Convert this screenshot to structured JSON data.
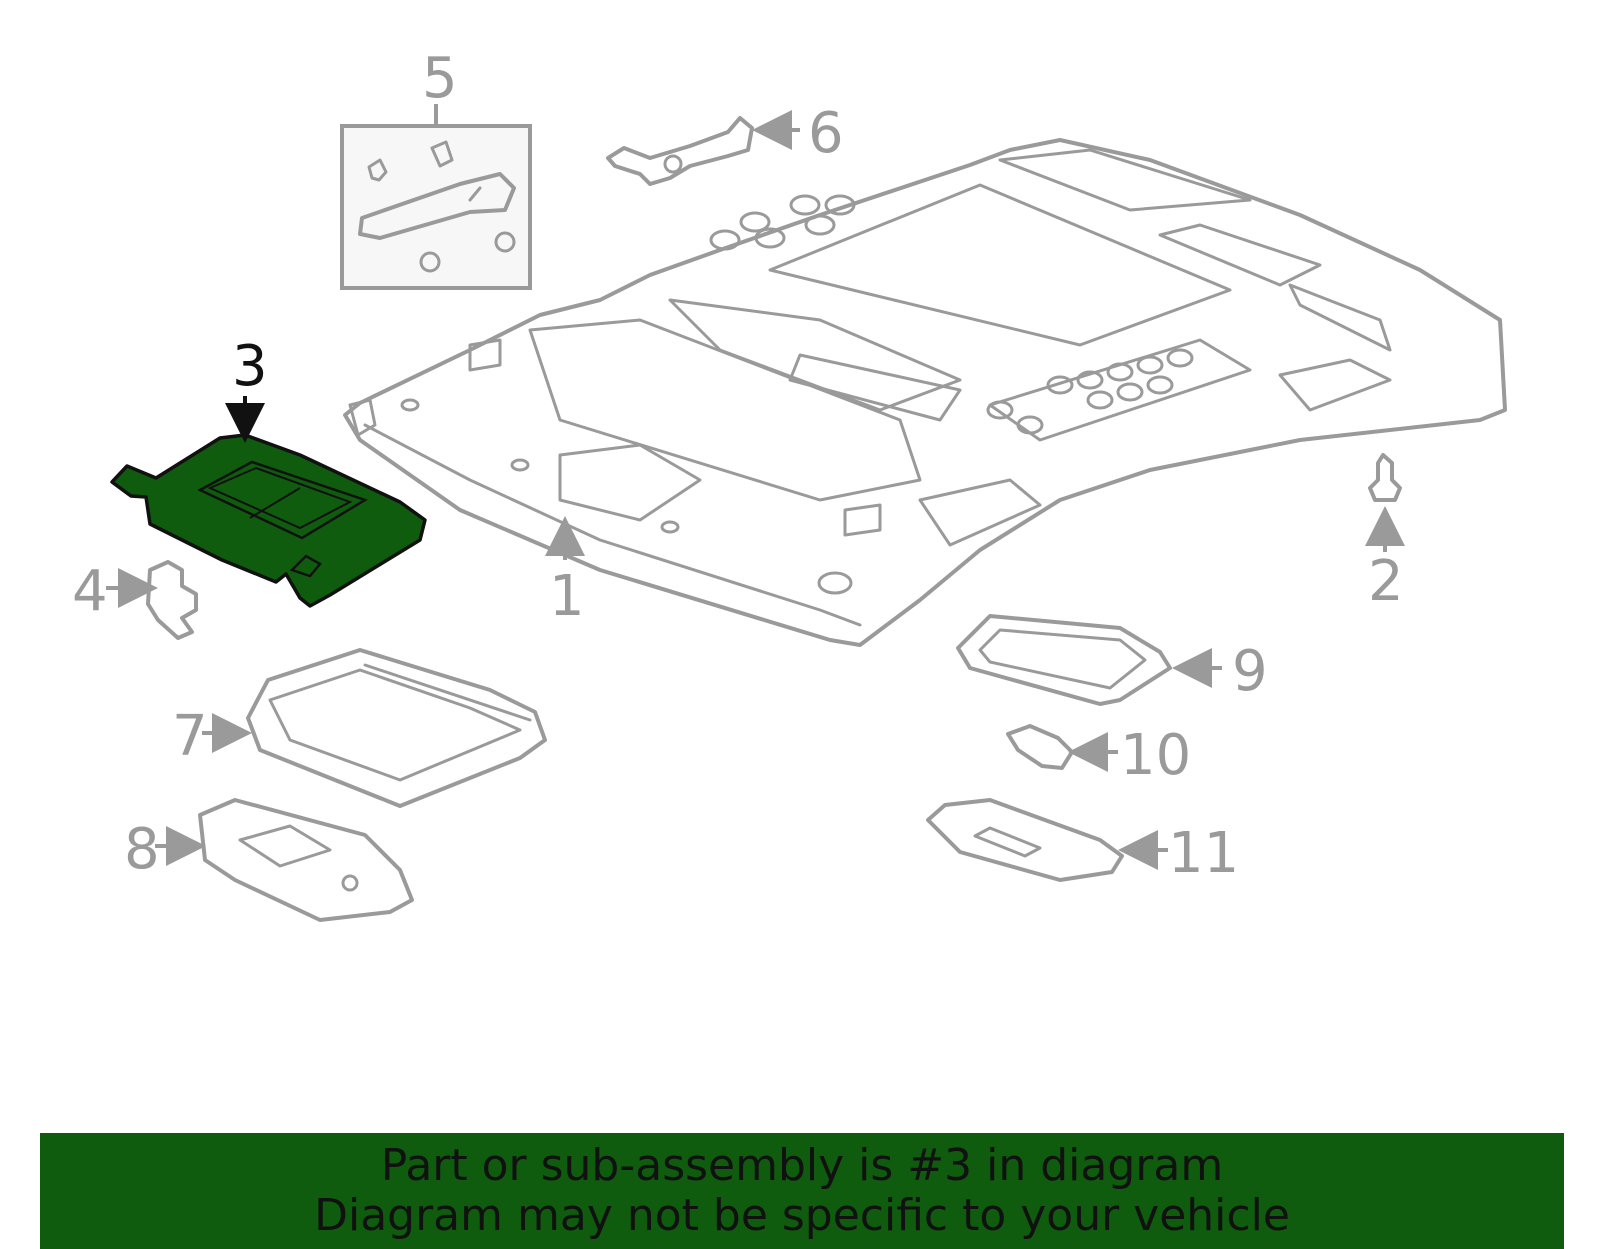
{
  "diagram": {
    "highlight_color": "#0f5c0f",
    "line_color": "#9a9a9a",
    "highlighted_part": "3",
    "callouts": [
      "1",
      "2",
      "3",
      "4",
      "5",
      "6",
      "7",
      "8",
      "9",
      "10",
      "11"
    ]
  },
  "banner": {
    "background": "#0f5c0f",
    "line1": "Part or sub-assembly is #3 in diagram",
    "line2": "Diagram may not be specific to your vehicle"
  }
}
